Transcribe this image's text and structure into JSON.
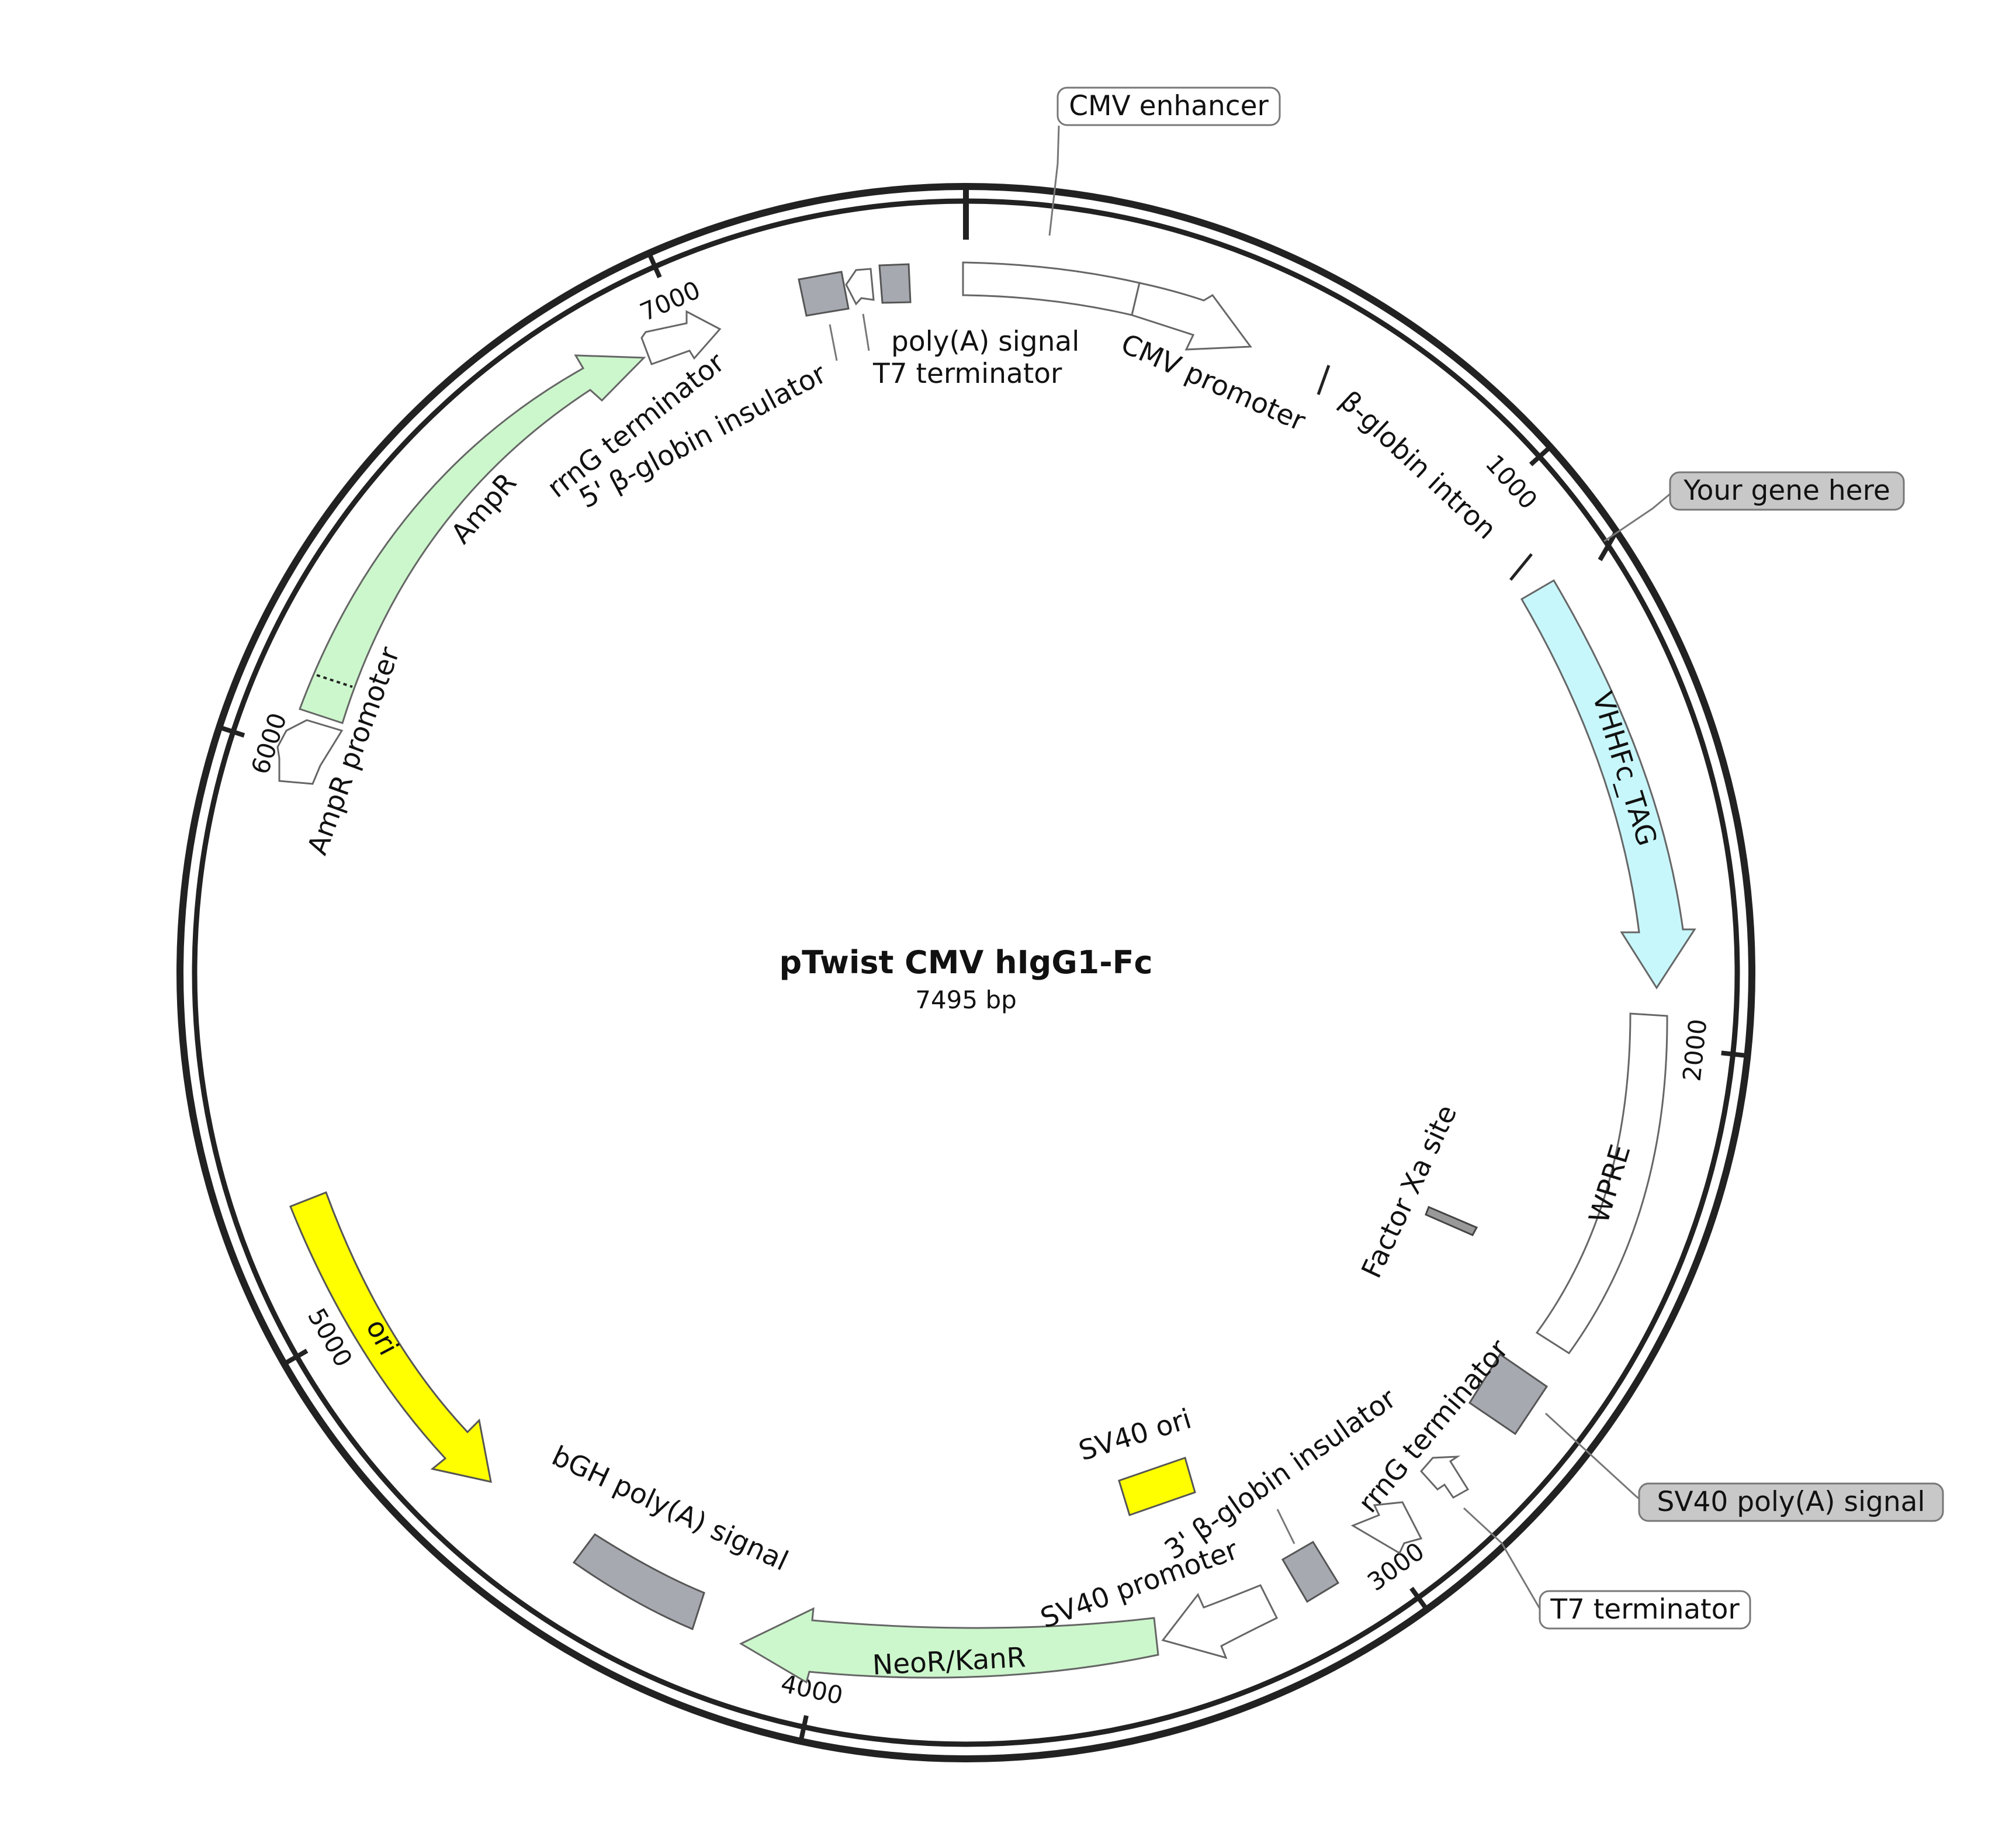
{
  "plasmid": {
    "name": "pTwist CMV hIgG1-Fc",
    "size_label": "7495 bp",
    "length_bp": 7495
  },
  "ticks": [
    {
      "bp": 1000,
      "label": "1000"
    },
    {
      "bp": 2000,
      "label": "2000"
    },
    {
      "bp": 3000,
      "label": "3000"
    },
    {
      "bp": 4000,
      "label": "4000"
    },
    {
      "bp": 5000,
      "label": "5000"
    },
    {
      "bp": 6000,
      "label": "6000"
    },
    {
      "bp": 7000,
      "label": "7000"
    }
  ],
  "features": [
    {
      "id": "cmv-enhancer",
      "label": "CMV enhancer",
      "start": 1,
      "end": 380,
      "color": "#ffffff",
      "shape": "box"
    },
    {
      "id": "cmv-promoter",
      "label": "CMV promoter",
      "start": 380,
      "end": 583,
      "color": "#ffffff",
      "shape": "arrow",
      "dir": 1
    },
    {
      "id": "beta-globin-intron",
      "label": "β-globin intron",
      "start": 713,
      "end": 1208,
      "color": "#ffffff",
      "shape": "line"
    },
    {
      "id": "your-gene-here",
      "label": "Your gene here",
      "start": 1284,
      "end": 1284,
      "color": "#c8c8c8",
      "shape": "site"
    },
    {
      "id": "vhhfc-tag",
      "label": "VHHFc_TAG",
      "start": 1330,
      "end": 1960,
      "color": "#c8f7fb",
      "shape": "arrow",
      "dir": 1
    },
    {
      "id": "wpre",
      "label": "WPRE",
      "start": 2040,
      "end": 2630,
      "color": "#ffffff",
      "shape": "box"
    },
    {
      "id": "factor-xa-site",
      "label": "Factor Xa site",
      "start": 2355,
      "end": 2375,
      "color": "#999999",
      "shape": "small"
    },
    {
      "id": "sv40-polya-right",
      "label": "SV40 poly(A) signal",
      "start": 2700,
      "end": 2820,
      "color": "#a6a9b0",
      "shape": "box"
    },
    {
      "id": "t7-terminator-right",
      "label": "T7 terminator",
      "start": 2865,
      "end": 2910,
      "color": "#ffffff",
      "shape": "arrow",
      "dir": -1
    },
    {
      "id": "rrng-terminator-right",
      "label": "rrnG terminator",
      "start": 2950,
      "end": 3040,
      "color": "#ffffff",
      "shape": "arrow",
      "dir": -1
    },
    {
      "id": "beta-globin-insulator-3",
      "label": "3' β-globin insulator",
      "start": 3090,
      "end": 3180,
      "color": "#a6a9b0",
      "shape": "box"
    },
    {
      "id": "sv40-promoter",
      "label": "SV40 promoter",
      "start": 3240,
      "end": 3495,
      "color": "#ffffff",
      "shape": "arrow",
      "dir": -1
    },
    {
      "id": "sv40-ori",
      "label": "SV40 ori",
      "start": 3380,
      "end": 3440,
      "color": "#ffff00",
      "shape": "box"
    },
    {
      "id": "neor-kanr",
      "label": "NeoR/KanR",
      "start": 3525,
      "end": 4318,
      "color": "#ccf7cc",
      "shape": "arrow",
      "dir": -1
    },
    {
      "id": "bgh-polya",
      "label": "bGH poly(A) signal",
      "start": 4345,
      "end": 4570,
      "color": "#a6a9b0",
      "shape": "box"
    },
    {
      "id": "ori",
      "label": "ori",
      "start": 4730,
      "end": 5320,
      "color": "#ffff00",
      "shape": "arrow",
      "dir": -1
    },
    {
      "id": "ampr-promoter",
      "label": "AmpR promoter",
      "start": 5950,
      "end": 6055,
      "color": "#ffffff",
      "shape": "arrow",
      "dir": 1
    },
    {
      "id": "ampr",
      "label": "AmpR",
      "start": 6050,
      "end": 6910,
      "color": "#ccf7cc",
      "shape": "arrow",
      "dir": 1
    },
    {
      "id": "rrng-terminator-left",
      "label": "rrnG terminator",
      "start": 6950,
      "end": 7045,
      "color": "#ffffff",
      "shape": "arrow",
      "dir": 1
    },
    {
      "id": "beta-globin-insulator-5",
      "label": "5' β-globin insulator",
      "start": 7225,
      "end": 7315,
      "color": "#a6a9b0",
      "shape": "box"
    },
    {
      "id": "t7-terminator-left",
      "label": "T7 terminator",
      "start": 7325,
      "end": 7375,
      "color": "#ffffff",
      "shape": "arrow",
      "dir": -1
    },
    {
      "id": "polya-signal-left",
      "label": "poly(A) signal",
      "start": 7395,
      "end": 7455,
      "color": "#a6a9b0",
      "shape": "box"
    }
  ]
}
